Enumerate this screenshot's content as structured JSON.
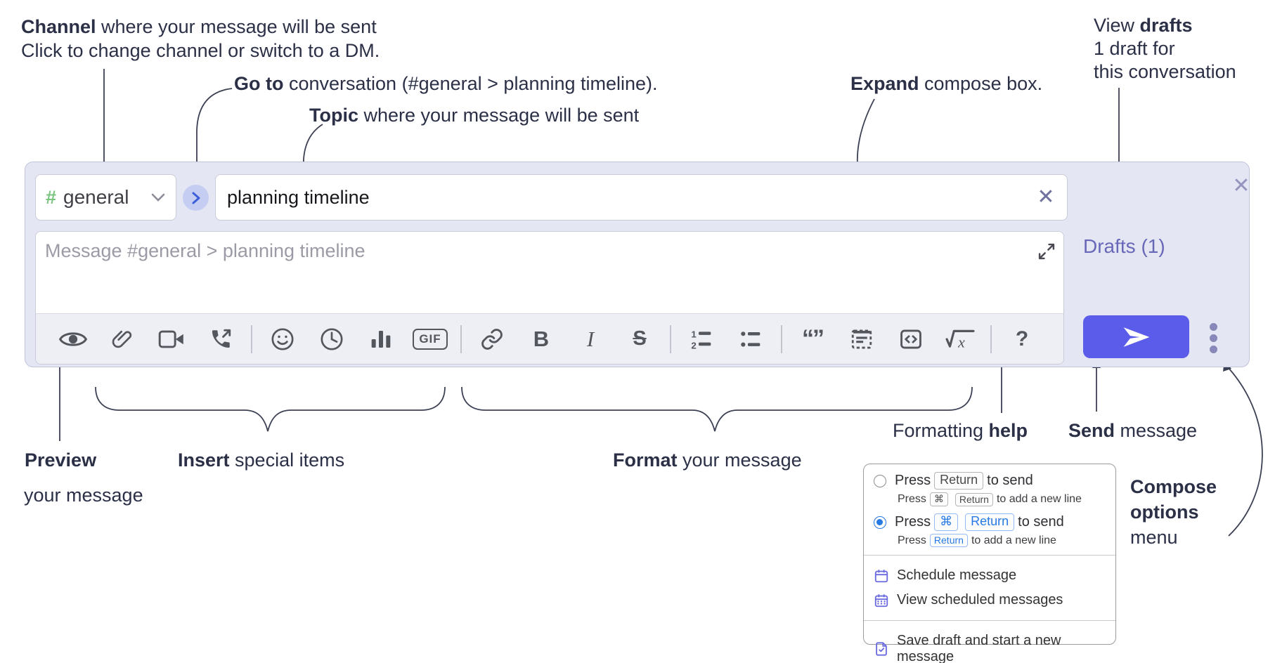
{
  "annotations": {
    "channel": {
      "bold": "Channel",
      "rest": " where your message will be sent",
      "sub": "Click to change channel or switch to a DM."
    },
    "goto": {
      "bold": "Go to",
      "rest": " conversation (#general > planning timeline)."
    },
    "topic": {
      "bold": "Topic",
      "rest": " where your message will be sent"
    },
    "expand": {
      "bold": "Expand",
      "rest": " compose box."
    },
    "drafts": {
      "pre": "View ",
      "bold": "drafts",
      "line2": "1 draft for",
      "line3": "this conversation"
    },
    "preview": {
      "bold": "Preview",
      "line2": "your message"
    },
    "insert": {
      "bold": "Insert",
      "rest": " special items"
    },
    "format": {
      "bold": "Format",
      "rest": " your message"
    },
    "help": {
      "pre": "Formatting ",
      "bold": "help"
    },
    "send": {
      "bold": "Send",
      "rest": " message"
    },
    "options": {
      "bold1": "Compose",
      "bold2": "options",
      "line3": "menu"
    }
  },
  "compose": {
    "channel": {
      "hash": "#",
      "name": "general"
    },
    "topic_value": "planning timeline",
    "message_placeholder": "Message #general > planning timeline",
    "drafts_label": "Drafts (1)",
    "toolbar": {
      "gif": "GIF",
      "bold": "B",
      "italic": "I",
      "strike": "S",
      "quote": "“”",
      "math": "√x",
      "help": "?"
    },
    "colors": {
      "accent": "#5c5cea",
      "compose_bg": "#e4e6f3",
      "drafts_link": "#6868b8",
      "hash_green": "#7bc47f",
      "menu_icon": "#6b6be0",
      "radio_selected": "#2779e3"
    }
  },
  "options_menu": {
    "option1": {
      "press": "Press",
      "kbd1": "Return",
      "after": "to send",
      "sub_press": "Press",
      "sub_kbd1": "⌘",
      "sub_kbd2": "Return",
      "sub_after": "to add a new line"
    },
    "option2": {
      "press": "Press",
      "kbd1": "⌘",
      "kbd2": "Return",
      "after": "to send",
      "sub_press": "Press",
      "sub_kbd1": "Return",
      "sub_after": "to add a new line"
    },
    "items": [
      {
        "label": "Schedule message"
      },
      {
        "label": "View scheduled messages"
      },
      {
        "label": "Save draft and start a new message"
      }
    ]
  }
}
